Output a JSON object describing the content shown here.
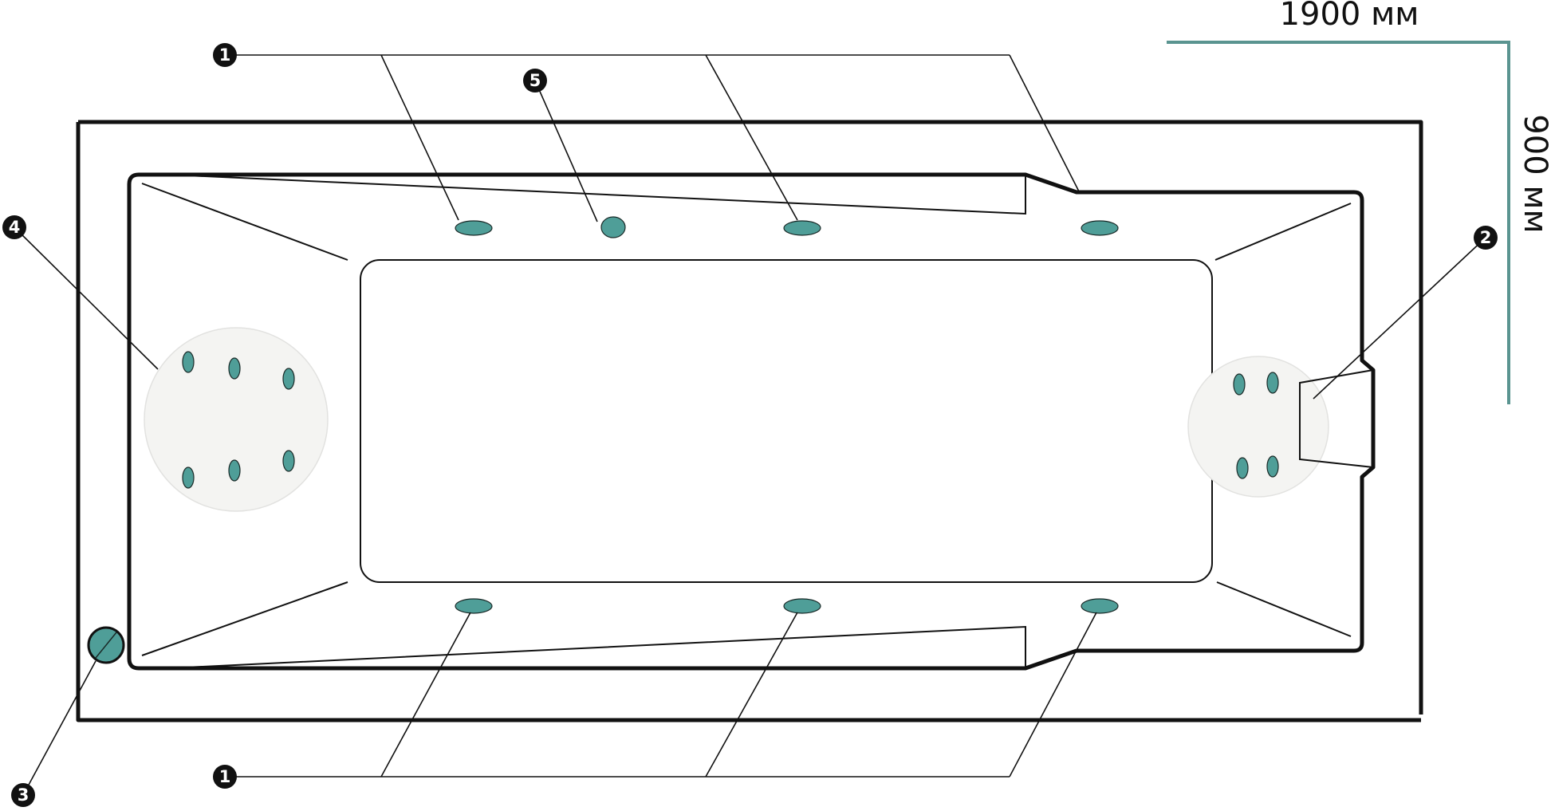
{
  "dimensions": {
    "length": "1900 мм",
    "width": "900 мм"
  },
  "callouts": {
    "jets_top": "1",
    "headrest": "2",
    "drain": "3",
    "back_massage": "4",
    "air_jet": "5",
    "jets_bottom": "1"
  },
  "colors": {
    "accent": "#4f9e98",
    "dimension_line": "#5a9490",
    "outline": "#111111",
    "zone_fill": "#f4f4f2",
    "callout_fill": "#111111"
  },
  "icons": {
    "jet": "ellipse-nozzle",
    "drain": "overflow-drain-circle",
    "callout": "numbered-bullet"
  }
}
